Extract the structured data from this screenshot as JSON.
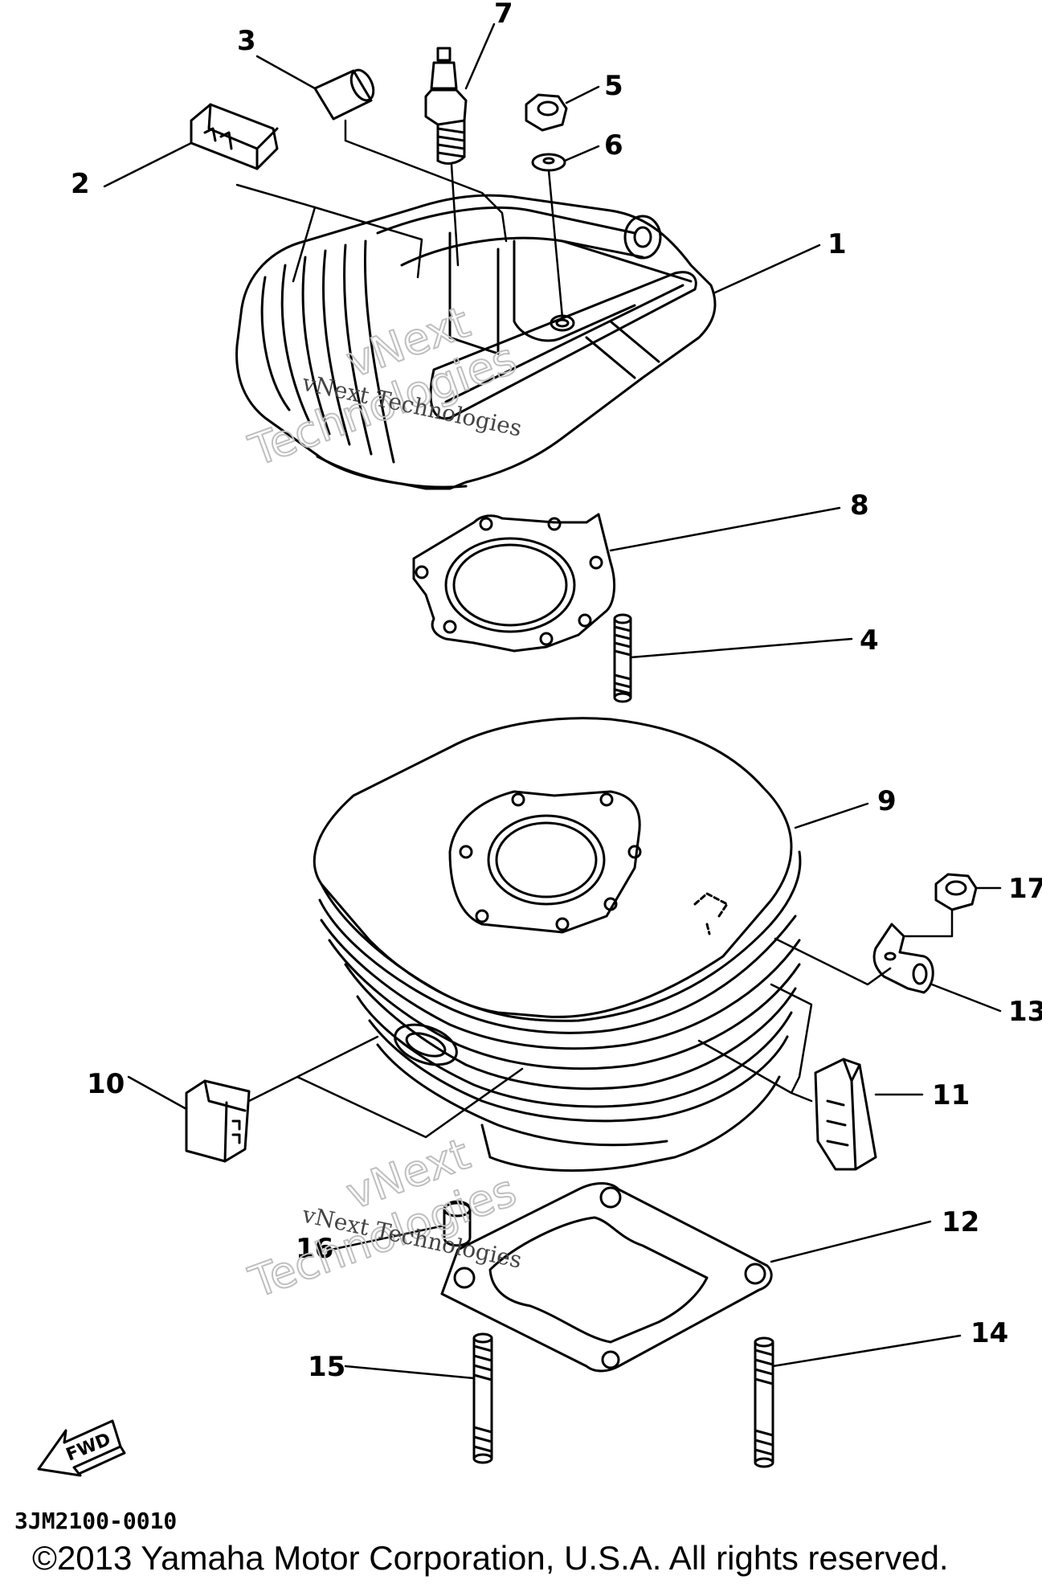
{
  "diagram": {
    "callouts": [
      {
        "id": "c1",
        "text": "1"
      },
      {
        "id": "c2",
        "text": "2"
      },
      {
        "id": "c3",
        "text": "3"
      },
      {
        "id": "c4",
        "text": "4"
      },
      {
        "id": "c5",
        "text": "5"
      },
      {
        "id": "c6",
        "text": "6"
      },
      {
        "id": "c7",
        "text": "7"
      },
      {
        "id": "c8",
        "text": "8"
      },
      {
        "id": "c9",
        "text": "9"
      },
      {
        "id": "c10",
        "text": "10"
      },
      {
        "id": "c11",
        "text": "11"
      },
      {
        "id": "c12",
        "text": "12"
      },
      {
        "id": "c13",
        "text": "13"
      },
      {
        "id": "c14",
        "text": "14"
      },
      {
        "id": "c15",
        "text": "15"
      },
      {
        "id": "c16",
        "text": "16"
      },
      {
        "id": "c17",
        "text": "17"
      }
    ],
    "fwd_arrow_label": "FWD",
    "watermark_small": "vNext Technologies",
    "watermark_large_line1": "vNext",
    "watermark_large_line2": "Technologies",
    "reference_code": "3JM2100-0010",
    "copyright": "©2013 Yamaha Motor Corporation, U.S.A. All rights reserved."
  },
  "colors": {
    "ink": "#000000",
    "paper": "#ffffff",
    "watermark": "#bfbfbf"
  }
}
